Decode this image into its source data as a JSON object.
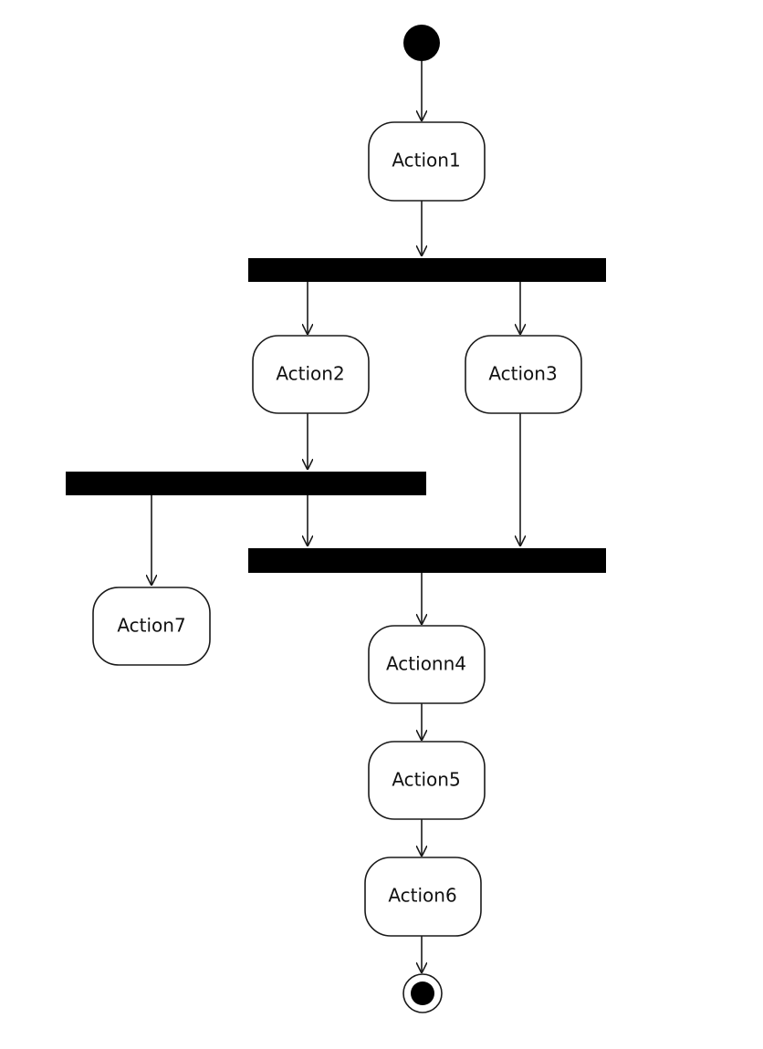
{
  "diagram": {
    "actions": {
      "action1": "Action1",
      "action2": "Action2",
      "action3": "Action3",
      "action4": "Actionn4",
      "action5": "Action5",
      "action6": "Action6",
      "action7": "Action7"
    },
    "colors": {
      "background": "#ffffff",
      "stroke": "#1a1a1a",
      "fill_node": "#ffffff",
      "bar": "#000000"
    }
  }
}
